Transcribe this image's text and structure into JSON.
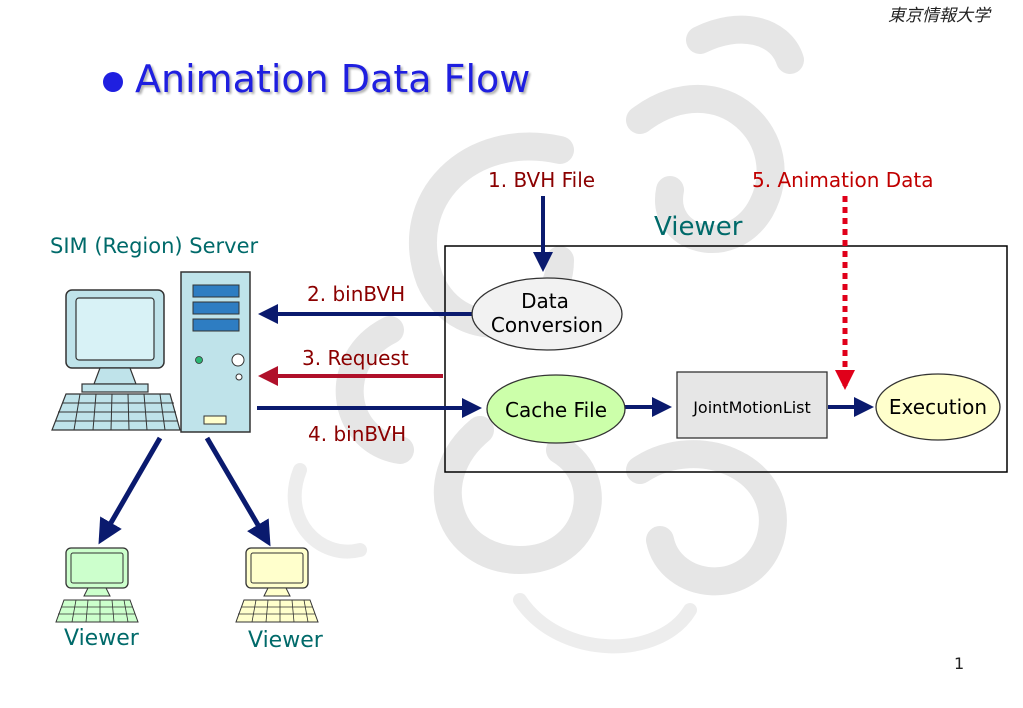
{
  "org_name": "東京情報大学",
  "slide": {
    "title": "Animation Data Flow",
    "page_number": "1"
  },
  "labels": {
    "sim_server": "SIM (Region) Server",
    "viewer_box": "Viewer",
    "viewer_client_1": "Viewer",
    "viewer_client_2": "Viewer"
  },
  "nodes": {
    "data_conversion_line1": "Data",
    "data_conversion_line2": "Conversion",
    "cache_file": "Cache File",
    "joint_motion_list": "JointMotionList",
    "execution": "Execution"
  },
  "edges": {
    "bvh_file": "1. BVH File",
    "binbvh_upload": "2. binBVH",
    "request": "3. Request",
    "binbvh_download": "4. binBVH",
    "animation_data": "5. Animation Data"
  },
  "colors": {
    "title": "#1f1fe0",
    "teal_text": "#006a6a",
    "edge_label": "#8b0000",
    "navy_arrow": "#0a1a6e",
    "red_arrow": "#c0001a",
    "cache_fill": "#ccffaa",
    "execution_fill": "#ffffcc",
    "data_conv_fill": "#f2f2f2",
    "joint_fill": "#e6e6e6"
  },
  "icons": [
    "server-tower-icon",
    "monitor-icon",
    "keyboard-icon",
    "viewer-computer-icon"
  ]
}
